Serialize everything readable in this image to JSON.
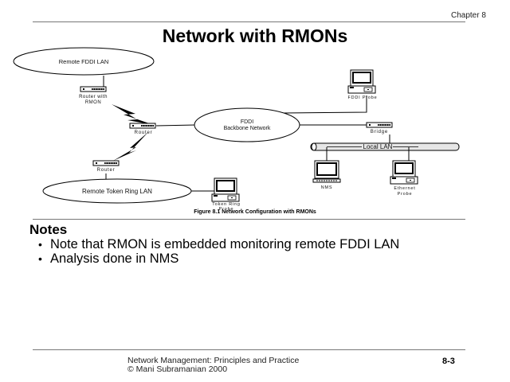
{
  "header": {
    "chapter": "Chapter 8",
    "title": "Network with RMONs"
  },
  "diagram": {
    "networks": {
      "remote_fddi_lan": "Remote FDDI LAN",
      "fddi_backbone_line1": "FDDI",
      "fddi_backbone_line2": "Backbone Network",
      "remote_token_ring_lan": "Remote Token Ring LAN",
      "local_lan": "Local LAN"
    },
    "devices": {
      "router_rmon_line1": "Router with",
      "router_rmon_line2": "RMON",
      "router_center": "Router",
      "router_lower": "Router",
      "bridge": "Bridge",
      "fddi_probe": "FDDI Probe",
      "nms": "NMS",
      "ethernet_probe_line1": "Ethernet",
      "ethernet_probe_line2": "Probe",
      "token_ring_probe_line1": "Token Ring",
      "token_ring_probe_line2": "Probe"
    },
    "caption": "Figure 8.1 Network Configuration with RMONs"
  },
  "notes": {
    "heading": "Notes",
    "bullet_glyph": "•",
    "items": [
      "Note that RMON is embedded monitoring remote FDDI LAN",
      "Analysis done in NMS"
    ]
  },
  "footer": {
    "line1": "Network Management: Principles and Practice",
    "line2": "© Mani Subramanian 2000",
    "page_number": "8-3"
  }
}
